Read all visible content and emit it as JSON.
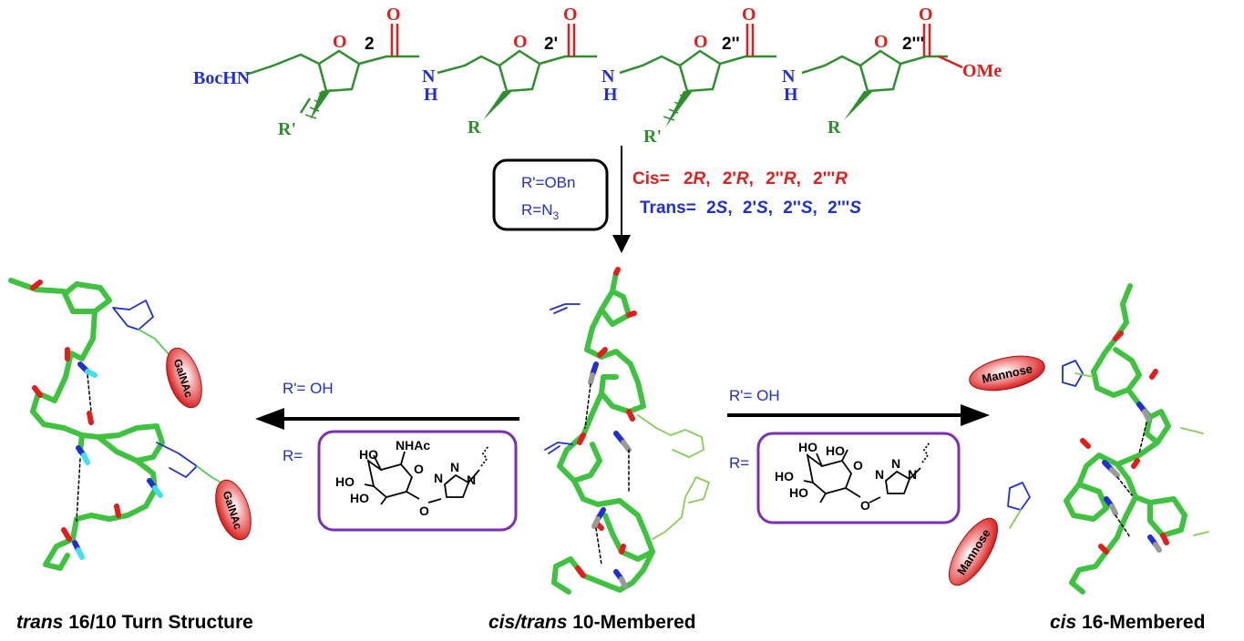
{
  "top_scheme": {
    "boc_label": "BocHN",
    "ring_O": "O",
    "carbonyl_O": "O",
    "nh_N": "N",
    "nh_H": "H",
    "ome_label": "OMe",
    "positions": [
      "2",
      "2'",
      "2''",
      "2'''"
    ],
    "substituents": [
      "R'",
      "R",
      "R'",
      "R"
    ]
  },
  "conditions_box": {
    "line1": "R'=OBn",
    "line2_prefix": "R=N",
    "line2_sub": "3"
  },
  "stereo": {
    "cis_prefix": "Cis=",
    "cis_labels": [
      {
        "num": "2",
        "letter": "R",
        "comma": ","
      },
      {
        "num": "2'",
        "letter": "R",
        "comma": ","
      },
      {
        "num": "2''",
        "letter": "R",
        "comma": ","
      },
      {
        "num": "2'''",
        "letter": "R",
        "comma": ""
      }
    ],
    "trans_prefix": "Trans=",
    "trans_labels": [
      {
        "num": "2",
        "letter": "S",
        "comma": ","
      },
      {
        "num": "2'",
        "letter": "S",
        "comma": ","
      },
      {
        "num": "2''",
        "letter": "S",
        "comma": ","
      },
      {
        "num": "2'''",
        "letter": "S",
        "comma": ""
      }
    ]
  },
  "left_path": {
    "r_prime": "R'= OH",
    "r_label": "R=",
    "sugar_labels": {
      "ho1": "HO",
      "nhac": "NHAc",
      "o": "O",
      "ho2": "HO",
      "ho3": "HO",
      "o_link": "O",
      "n1": "N",
      "n2": "N",
      "n3": "N"
    }
  },
  "right_path": {
    "r_prime": "R'= OH",
    "r_label": "R=",
    "sugar_labels": {
      "ho1": "HO",
      "ho2": "HO",
      "o": "O",
      "ho3": "HO",
      "ho4": "HO",
      "o_link": "O",
      "n1": "N",
      "n2": "N",
      "n3": "N"
    }
  },
  "ellipse_labels": {
    "galnac_1": "GalNAc",
    "galnac_2": "GalNAc",
    "mannose_1": "Mannose",
    "mannose_2": "Mannose"
  },
  "captions": {
    "left_italic": "trans",
    "left_rest": " 16/10 Turn Structure",
    "center_italic": "cis/trans",
    "center_rest": " 10-Membered",
    "right_italic": "cis",
    "right_rest": " 16-Membered"
  },
  "colors": {
    "carbon_green": "#2f8f2f",
    "stick_green": "#3fc23f",
    "nitrogen_blue": "#1f2fd1",
    "oxygen_red": "#e11d1d",
    "box_purple": "#7b2fb5",
    "ellipse_red": "#d81b1b"
  }
}
